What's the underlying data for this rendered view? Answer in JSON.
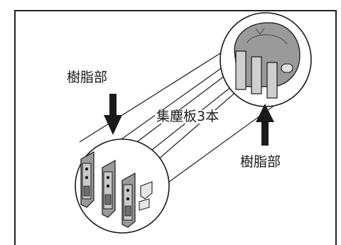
{
  "labels": {
    "resin_part_top": "樹脂部",
    "collector_plates": "集塵板3本",
    "resin_part_bottom": "樹脂部"
  },
  "colors": {
    "line": "#1a1a1a",
    "plate_fill": "#bfbfbf",
    "plate_dark": "#8a8a8a",
    "cap_fill": "#9a9a9a",
    "cap_dark": "#6e6e6e"
  },
  "icons": {
    "down_arrow": "arrow-down-icon",
    "up_arrow": "arrow-up-icon"
  }
}
